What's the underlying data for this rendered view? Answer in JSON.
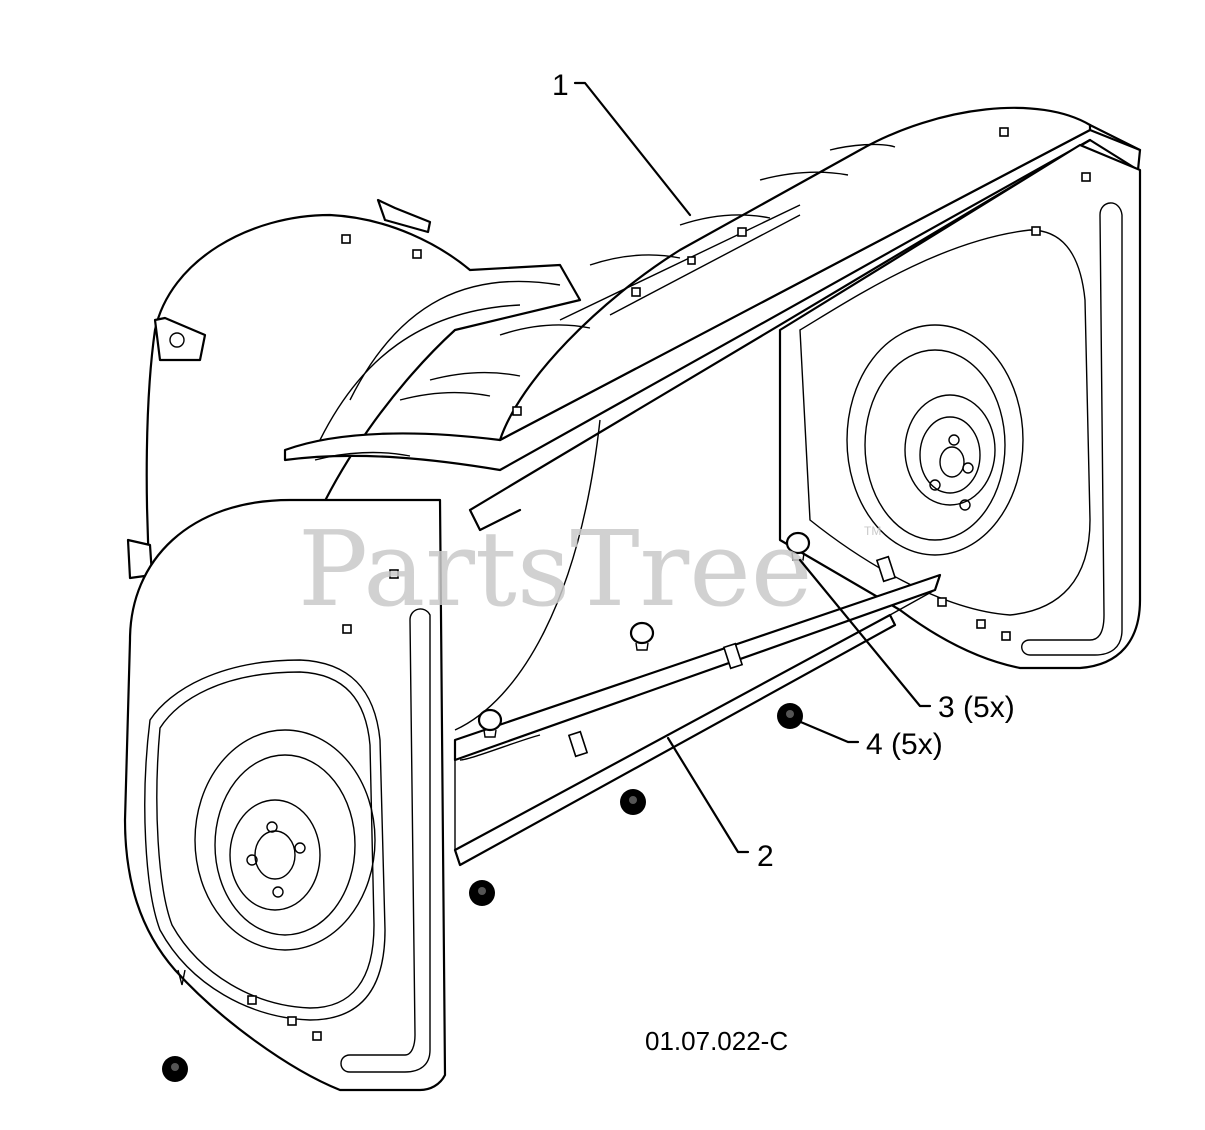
{
  "diagram": {
    "callouts": [
      {
        "id": "1",
        "label": "1"
      },
      {
        "id": "2",
        "label": "2"
      },
      {
        "id": "3",
        "label": "3 (5x)"
      },
      {
        "id": "4",
        "label": "4 (5x)"
      }
    ],
    "drawing_code": "01.07.022-C",
    "watermark": {
      "text": "PartsTree",
      "mark": "TM"
    }
  }
}
